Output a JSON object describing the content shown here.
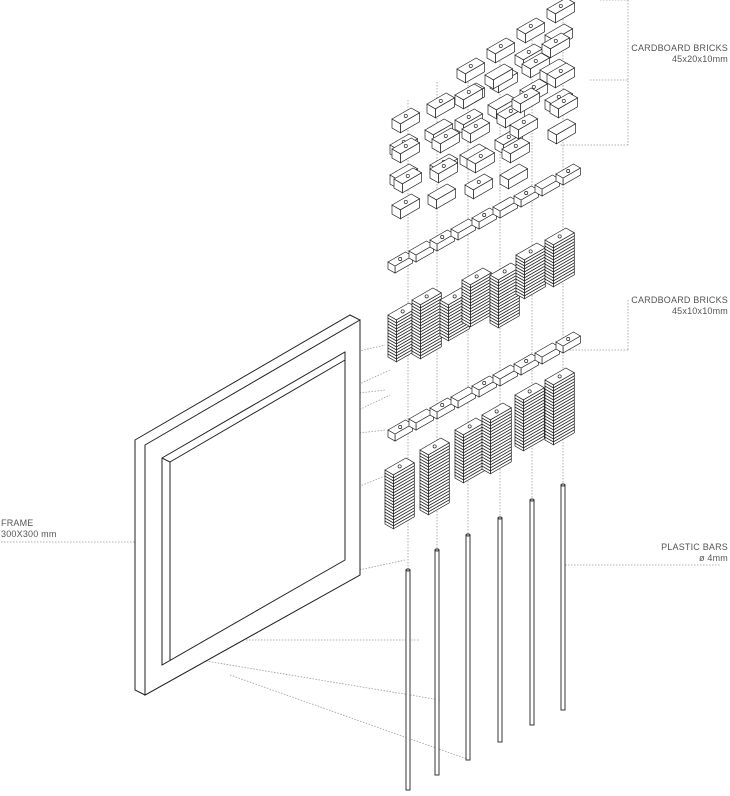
{
  "labels": {
    "bricks_large": {
      "title": "CARDBOARD BRICKS",
      "size": "45x20x10mm"
    },
    "bricks_small": {
      "title": "CARDBOARD BRICKS",
      "size": "45x10x10mm"
    },
    "frame": {
      "title": "FRAME",
      "size": "300X300 mm"
    },
    "bars": {
      "title": "PLASTIC BARS",
      "size": "ø 4mm"
    }
  },
  "colors": {
    "stroke": "#222222",
    "leader": "#999999",
    "text": "#555555"
  }
}
